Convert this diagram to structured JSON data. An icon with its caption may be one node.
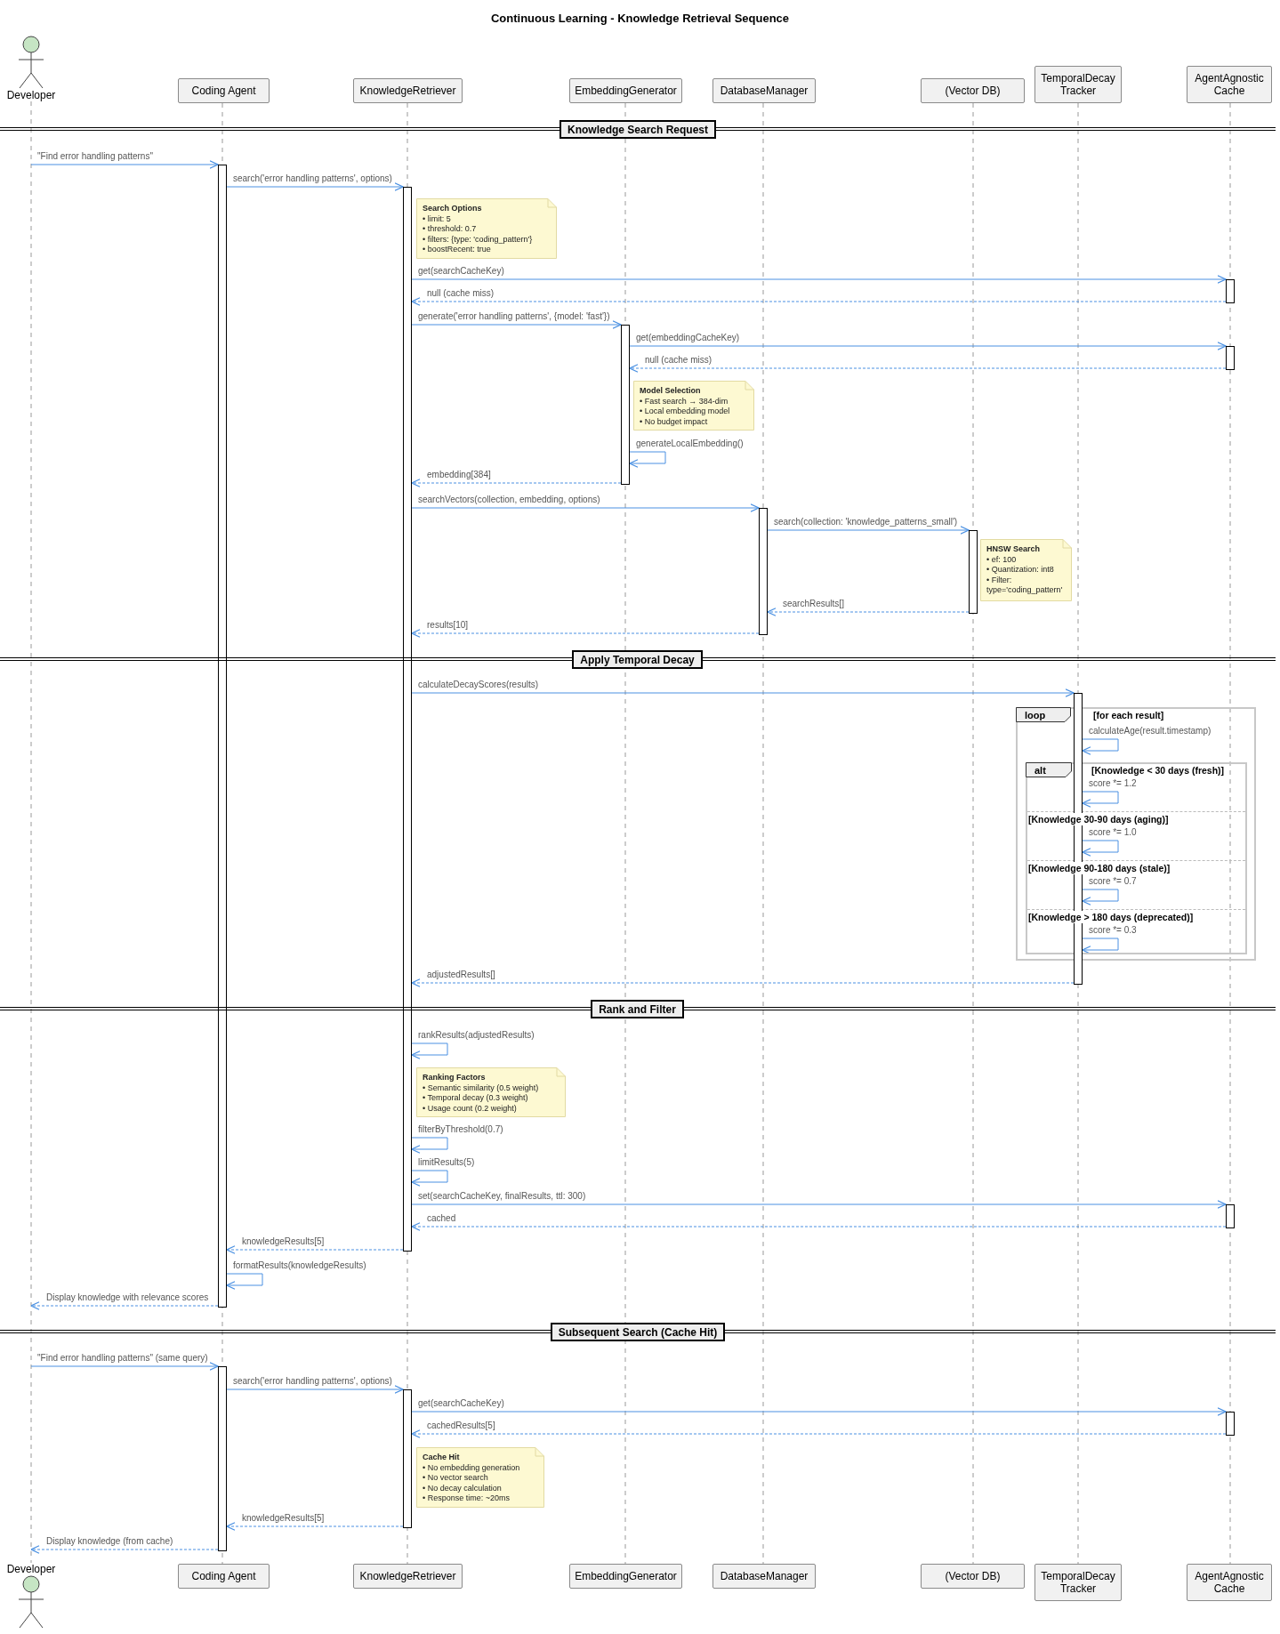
{
  "diagram": {
    "title": "Continuous Learning - Knowledge Retrieval Sequence",
    "nodes": [
      {
        "text": [
          "Developer"
        ]
      },
      {
        "text": [
          "Coding Agent"
        ]
      },
      {
        "text": [
          "KnowledgeRetriever"
        ]
      },
      {
        "text": [
          "EmbeddingGenerator"
        ]
      },
      {
        "text": [
          "DatabaseManager"
        ]
      },
      {
        "text": [
          "(Vector DB)"
        ]
      },
      {
        "text": [
          "TemporalDecay Tracker"
        ]
      },
      {
        "text": [
          "AgentAgnostic Cache"
        ]
      },
      {
        "text": [
          "Knowledge Search Request"
        ]
      },
      {
        "text": [],
        "shape": "bar"
      },
      {
        "text": [],
        "shape": "bar"
      },
      {
        "text": [
          "Search Options",
          "• limit: 5",
          "• threshold: 0.7",
          "• filters: {type: 'coding_pattern'}",
          "• boostRecent: true"
        ]
      },
      {
        "text": [],
        "shape": "bar"
      },
      {
        "text": [],
        "shape": "bar"
      },
      {
        "text": [],
        "shape": "bar"
      },
      {
        "text": [
          "Model Selection",
          "• Fast search → 384-dim",
          "• Local embedding model",
          "• No budget impact"
        ]
      },
      {
        "text": [],
        "shape": "bar"
      },
      {
        "text": [],
        "shape": "bar"
      },
      {
        "text": [
          "HNSW Search",
          "• ef: 100",
          "• Quantization: int8",
          "• Filter: type='coding_pattern'"
        ]
      },
      {
        "text": [
          "Apply Temporal Decay"
        ]
      },
      {
        "text": [],
        "shape": "bar"
      },
      {
        "text": [
          "loop"
        ]
      },
      {
        "text": [
          "alt"
        ]
      },
      {
        "text": [
          "Rank and Filter"
        ]
      },
      {
        "text": [
          "Ranking Factors",
          "• Semantic similarity (0.5 weight)",
          "• Temporal decay (0.3 weight)",
          "• Usage count (0.2 weight)"
        ]
      },
      {
        "text": [],
        "shape": "bar"
      },
      {
        "text": [
          "Subsequent Search (Cache Hit)"
        ]
      },
      {
        "text": [],
        "shape": "bar"
      },
      {
        "text": [],
        "shape": "bar"
      },
      {
        "text": [],
        "shape": "bar"
      },
      {
        "text": [
          "Cache Hit",
          "• No embedding generation",
          "• No vector search",
          "• No decay calculation",
          "• Response time: ~20ms"
        ]
      },
      {
        "text": [
          "Developer"
        ]
      },
      {
        "text": [
          "Coding Agent"
        ]
      },
      {
        "text": [
          "KnowledgeRetriever"
        ]
      },
      {
        "text": [
          "EmbeddingGenerator"
        ]
      },
      {
        "text": [
          "DatabaseManager"
        ]
      },
      {
        "text": [
          "(Vector DB)"
        ]
      },
      {
        "text": [
          "TemporalDecay Tracker"
        ]
      },
      {
        "text": [
          "AgentAgnostic Cache"
        ]
      }
    ],
    "edges": [
      {
        "from": 0,
        "to": 31,
        "arrow": "none",
        "style": "dashed",
        "color": "#999999"
      },
      {
        "from": 1,
        "to": 32,
        "arrow": "none",
        "style": "dashed",
        "color": "#999999"
      },
      {
        "from": 2,
        "to": 33,
        "arrow": "none",
        "style": "dashed",
        "color": "#999999"
      },
      {
        "from": 3,
        "to": 34,
        "arrow": "none",
        "style": "dashed",
        "color": "#999999"
      },
      {
        "from": 4,
        "to": 35,
        "arrow": "none",
        "style": "dashed",
        "color": "#999999"
      },
      {
        "from": 5,
        "to": 36,
        "arrow": "none",
        "style": "dashed",
        "color": "#999999"
      },
      {
        "from": 6,
        "to": 37,
        "arrow": "none",
        "style": "dashed",
        "color": "#999999"
      },
      {
        "from": 7,
        "to": 38,
        "arrow": "none",
        "style": "dashed",
        "color": "#999999"
      },
      {
        "from": null,
        "to": 9,
        "arrow": "to",
        "label": "\"Find error handling patterns\""
      },
      {
        "from": 9,
        "to": 10,
        "arrow": "to",
        "label": "search('error handling patterns', options)"
      },
      {
        "from": 10,
        "to": 12,
        "arrow": "to",
        "label": "get(searchCacheKey)"
      },
      {
        "from": 12,
        "to": 10,
        "arrow": "to",
        "label": "null (cache miss)",
        "style": "dashed"
      },
      {
        "from": 10,
        "to": 13,
        "arrow": "to",
        "label": "generate('error handling patterns', {model: 'fast'})"
      },
      {
        "from": 13,
        "to": 14,
        "arrow": "to",
        "label": "get(embeddingCacheKey)"
      },
      {
        "from": 14,
        "to": 13,
        "arrow": "to",
        "label": "null (cache miss)",
        "style": "dashed"
      },
      {
        "from": 13,
        "to": 13,
        "arrow": "to",
        "label": "generateLocalEmbedding()"
      },
      {
        "from": 13,
        "to": 10,
        "arrow": "to",
        "label": "embedding[384]",
        "style": "dashed"
      },
      {
        "from": 10,
        "to": 16,
        "arrow": "to",
        "label": "searchVectors(collection, embedding, options)"
      },
      {
        "from": 16,
        "to": 17,
        "arrow": "to",
        "label": "search(collection: 'knowledge_patterns_small')"
      },
      {
        "from": 17,
        "to": 16,
        "arrow": "to",
        "label": "searchResults[]",
        "style": "dashed"
      },
      {
        "from": 16,
        "to": 10,
        "arrow": "to",
        "label": "results[10]",
        "style": "dashed"
      },
      {
        "from": 10,
        "to": 20,
        "arrow": "to",
        "label": "calculateDecayScores(results)"
      },
      {
        "from": 20,
        "to": 20,
        "arrow": "to",
        "label": "calculateAge(result.timestamp)"
      },
      {
        "from": 20,
        "to": 20,
        "arrow": "to",
        "label": "score *= 1.2"
      },
      {
        "from": 20,
        "to": 20,
        "arrow": "to",
        "label": "score *= 1.0"
      },
      {
        "from": 20,
        "to": 20,
        "arrow": "to",
        "label": "score *= 0.7"
      },
      {
        "from": 20,
        "to": 20,
        "arrow": "to",
        "label": "score *= 0.3"
      },
      {
        "from": 20,
        "to": 10,
        "arrow": "to",
        "label": "adjustedResults[]",
        "style": "dashed"
      },
      {
        "from": 10,
        "to": 10,
        "arrow": "to",
        "label": "rankResults(adjustedResults)"
      },
      {
        "from": 10,
        "to": 10,
        "arrow": "to",
        "label": "filterByThreshold(0.7)"
      },
      {
        "from": 10,
        "to": 10,
        "arrow": "to",
        "label": "limitResults(5)"
      },
      {
        "from": 10,
        "to": 25,
        "arrow": "to",
        "label": "set(searchCacheKey, finalResults, ttl: 300)"
      },
      {
        "from": 25,
        "to": 10,
        "arrow": "to",
        "label": "cached",
        "style": "dashed"
      },
      {
        "from": 10,
        "to": 9,
        "arrow": "to",
        "label": "knowledgeResults[5]",
        "style": "dashed"
      },
      {
        "from": 9,
        "to": 9,
        "arrow": "to",
        "label": "formatResults(knowledgeResults)"
      },
      {
        "from": 9,
        "to": null,
        "arrow": "to",
        "label": "Display knowledge with relevance scores",
        "style": "dashed"
      },
      {
        "from": null,
        "to": 27,
        "arrow": "to",
        "label": "\"Find error handling patterns\" (same query)"
      },
      {
        "from": 27,
        "to": 28,
        "arrow": "to",
        "label": "search('error handling patterns', options)"
      },
      {
        "from": 28,
        "to": 29,
        "arrow": "to",
        "label": "get(searchCacheKey)"
      },
      {
        "from": 29,
        "to": 28,
        "arrow": "to",
        "label": "cachedResults[5]",
        "style": "dashed"
      },
      {
        "from": 28,
        "to": 27,
        "arrow": "to",
        "label": "knowledgeResults[5]",
        "style": "dashed"
      },
      {
        "from": 27,
        "to": 31,
        "arrow": "to",
        "label": "Display knowledge (from cache)",
        "style": "dashed"
      }
    ],
    "labels": [
      "[for each result]",
      "[Knowledge < 30 days (fresh)]",
      "[Knowledge 30-90 days (aging)]",
      "[Knowledge 90-180 days (stale)]",
      "[Knowledge > 180 days (deprecated)]"
    ]
  }
}
